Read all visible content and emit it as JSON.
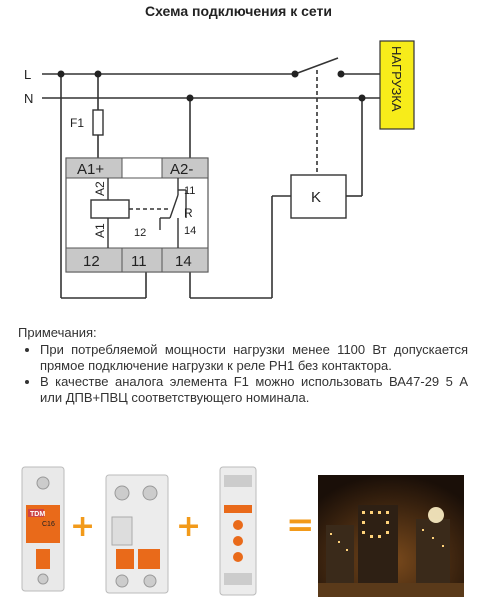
{
  "title": "Схема подключения к сети",
  "lines": {
    "L": "L",
    "N": "N"
  },
  "fuse_label": "F1",
  "load_label": "НАГРУЗКА",
  "contactor_label": "K",
  "relay": {
    "top_left": "A1+",
    "top_right": "A2-",
    "coil_a2": "A2",
    "coil_a1": "A1",
    "contact_11": "11",
    "contact_r": "R",
    "contact_12": "12",
    "contact_14": "14",
    "bottom": [
      "12",
      "11",
      "14"
    ]
  },
  "notes": {
    "heading": "Примечания:",
    "items": [
      "При потребляемой мощности нагрузки менее 1100 Вт допускается прямое подключение нагрузки к реле РН1 без контактора.",
      "В качестве аналога элемента F1 можно использовать ВА47-29 5 А или ДПВ+ПВЦ соответствующего номинала."
    ]
  },
  "products": {
    "breaker_brand": "TDM",
    "breaker_rating": "C16",
    "plus": "+",
    "equals": "="
  },
  "colors": {
    "load_bg": "#f7ec1a",
    "terminal_bg": "#c8c8c8",
    "accent": "#f29a1a",
    "device_orange": "#e96a1a"
  }
}
